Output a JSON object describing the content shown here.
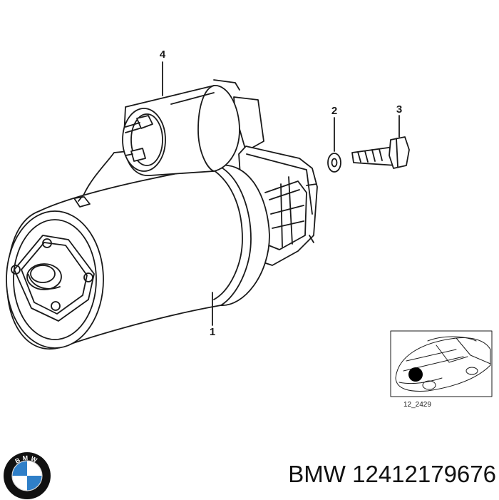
{
  "diagram": {
    "callouts": [
      {
        "id": "4"
      },
      {
        "id": "2"
      },
      {
        "id": "3"
      },
      {
        "id": "1"
      }
    ],
    "inset_reference_code": "12_2429"
  },
  "caption": {
    "brand": "BMW",
    "part_number": "12412179676"
  },
  "logo": {
    "letters": "BMW",
    "colors": {
      "blue": "#2f7fc8",
      "ring": "#111111",
      "white": "#ffffff"
    }
  }
}
